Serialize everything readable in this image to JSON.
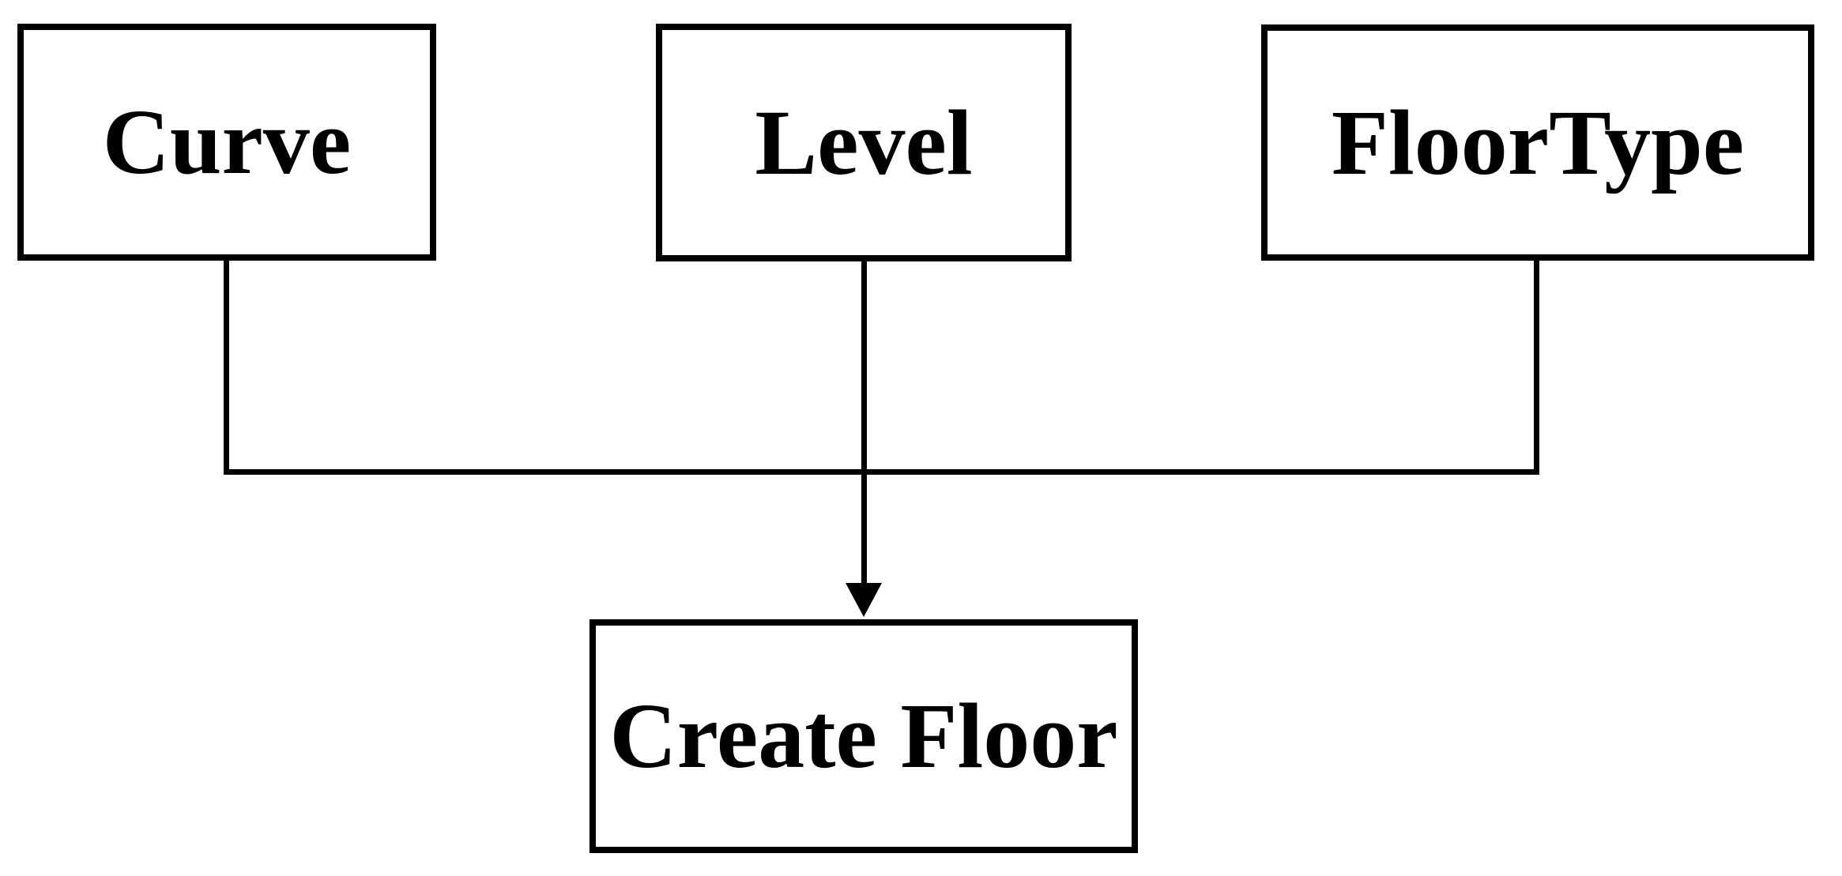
{
  "figure": {
    "background_color": "#ffffff",
    "stroke_color": "#000000",
    "text_color": "#000000"
  },
  "nodes": {
    "curve": {
      "label": "Curve"
    },
    "level": {
      "label": "Level"
    },
    "floortype": {
      "label": "FloorType"
    },
    "create_floor": {
      "label": "Create Floor"
    }
  },
  "edges": [
    {
      "from": "Curve",
      "to": "Create Floor"
    },
    {
      "from": "Level",
      "to": "Create Floor"
    },
    {
      "from": "FloorType",
      "to": "Create Floor"
    }
  ]
}
